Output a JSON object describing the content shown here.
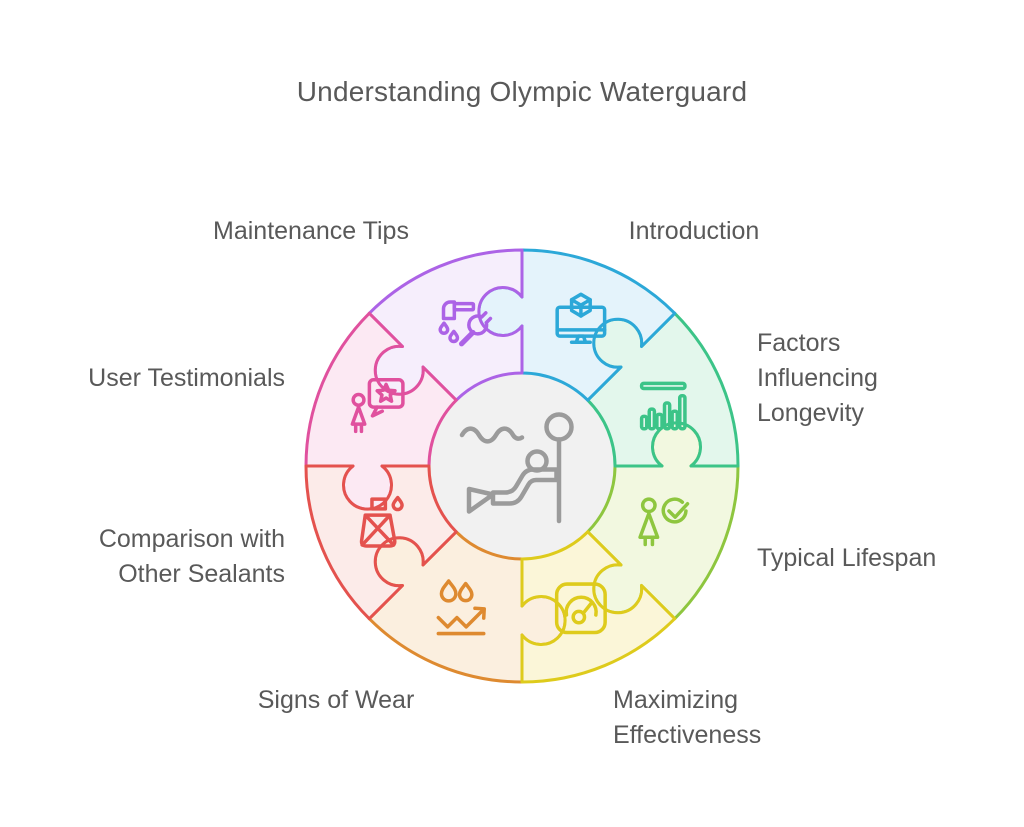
{
  "title": "Understanding Olympic Waterguard",
  "background": "#ffffff",
  "text_color": "#595959",
  "center": {
    "icon": "pool-slide-icon",
    "fill": "#f1f1f1",
    "icon_color": "#9b9b9b"
  },
  "wheel": {
    "segments": [
      {
        "id": "introduction",
        "icon": "monitor-cube-icon",
        "stroke": "#2ca8d8",
        "fill": "#e4f3fb",
        "lines": [
          "Introduction"
        ]
      },
      {
        "id": "factors-influencing-longevity",
        "icon": "bar-chart-icon",
        "stroke": "#3cc488",
        "fill": "#e3f7ec",
        "lines": [
          "Factors",
          "Influencing",
          "Longevity"
        ]
      },
      {
        "id": "typical-lifespan",
        "icon": "person-check-icon",
        "stroke": "#8ec63f",
        "fill": "#f2f8e0",
        "lines": [
          "Typical Lifespan"
        ]
      },
      {
        "id": "maximizing-effectiveness",
        "icon": "gauge-icon",
        "stroke": "#decb1c",
        "fill": "#fbf6d8",
        "lines": [
          "Maximizing",
          "Effectiveness"
        ]
      },
      {
        "id": "signs-of-wear",
        "icon": "water-repellent-icon",
        "stroke": "#de8a30",
        "fill": "#fbefdf",
        "lines": [
          "Signs of Wear"
        ]
      },
      {
        "id": "comparison-with-other-sealants",
        "icon": "canister-cross-icon",
        "stroke": "#e4524e",
        "fill": "#fcebe9",
        "lines": [
          "Comparison with",
          "Other Sealants"
        ]
      },
      {
        "id": "user-testimonials",
        "icon": "person-review-icon",
        "stroke": "#e0519e",
        "fill": "#fce9f3",
        "lines": [
          "User Testimonials"
        ]
      },
      {
        "id": "maintenance-tips",
        "icon": "spray-wrench-icon",
        "stroke": "#ac63e6",
        "fill": "#f6eefc",
        "lines": [
          "Maintenance Tips"
        ]
      }
    ]
  }
}
